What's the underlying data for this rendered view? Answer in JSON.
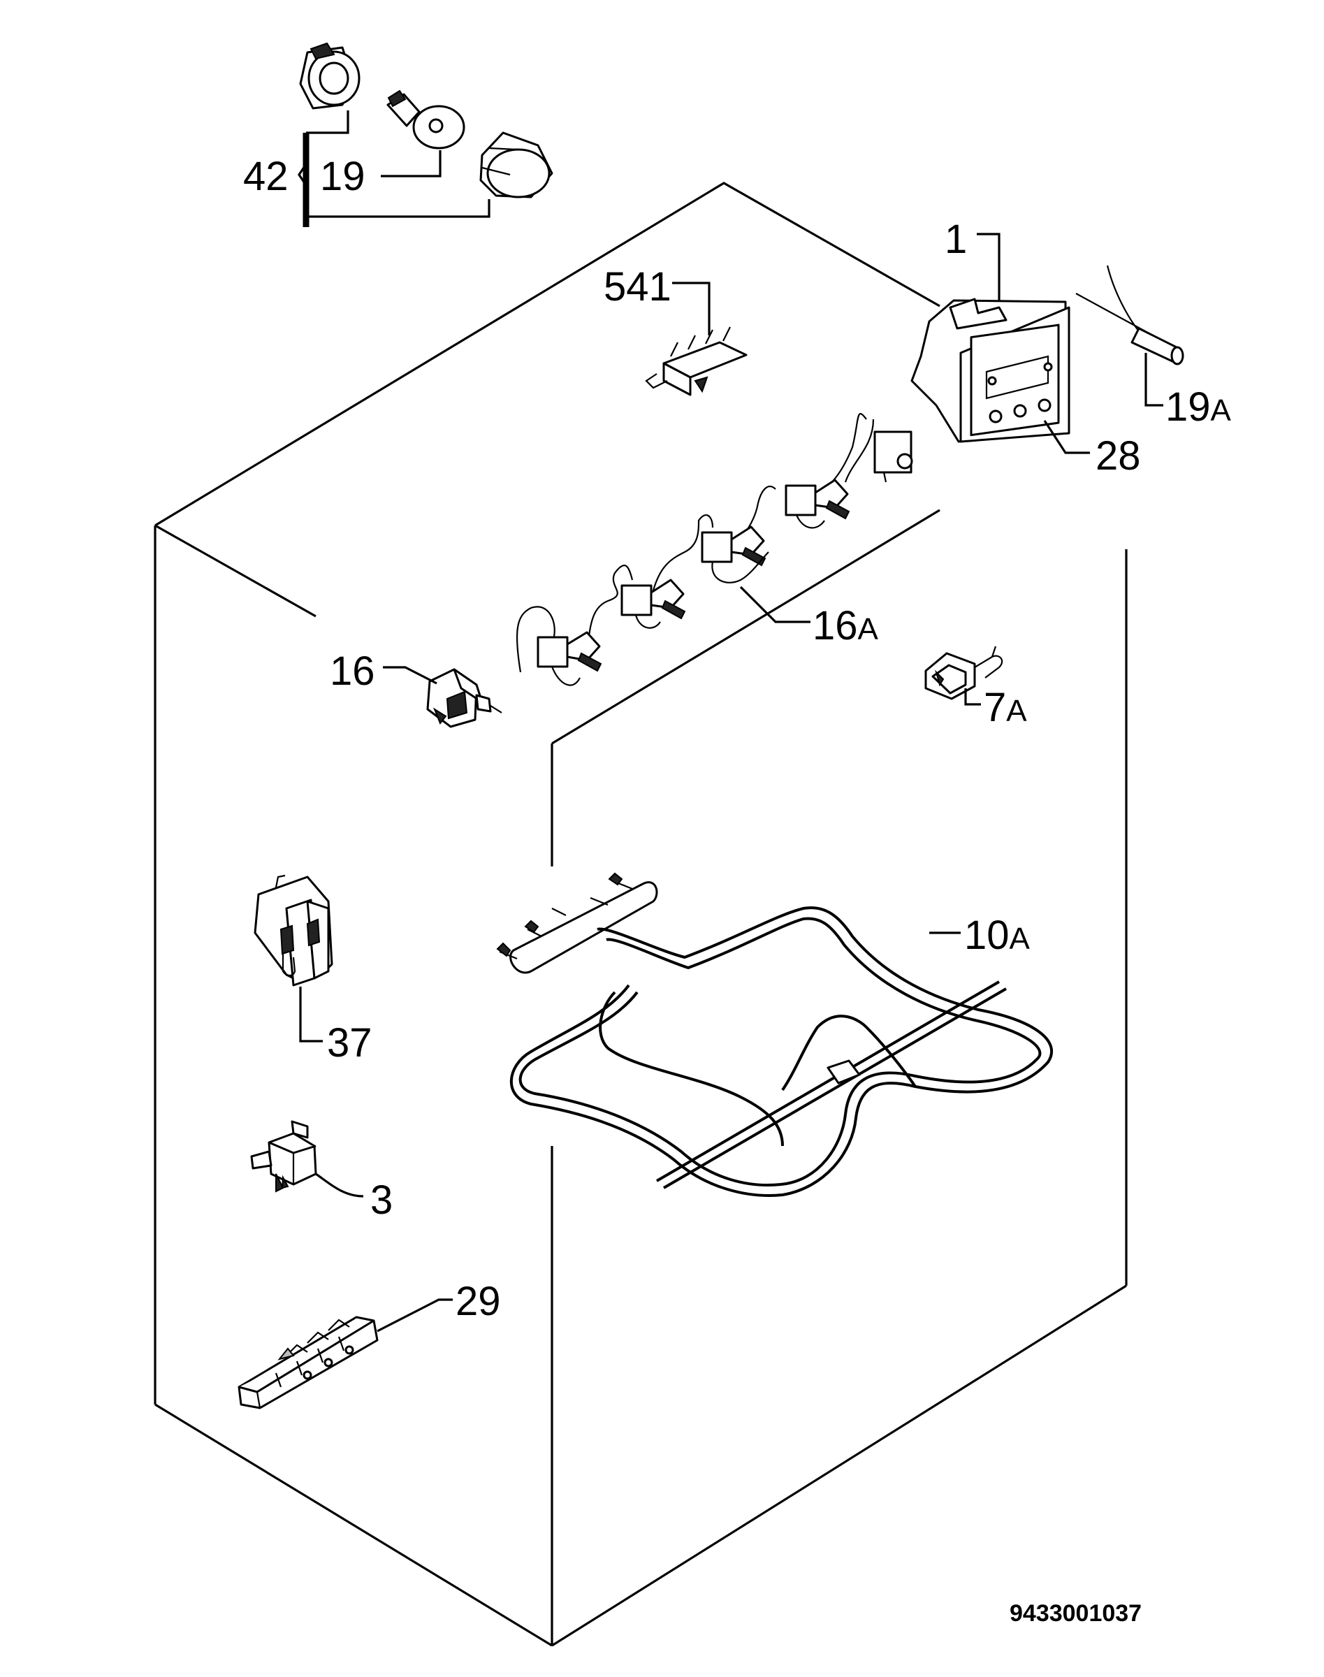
{
  "labels": {
    "p42": "42",
    "p19": "19",
    "p541": "541",
    "p1": "1",
    "p19a": "19",
    "p19a_suffix": "A",
    "p28": "28",
    "p16": "16",
    "p16a": "16",
    "p16a_suffix": "A",
    "p7a": "7",
    "p7a_suffix": "A",
    "p10a": "10",
    "p10a_suffix": "A",
    "p37": "37",
    "p3": "3",
    "p29": "29"
  },
  "document_number": "9433001037",
  "colors": {
    "line": "#000000",
    "background": "#ffffff"
  }
}
